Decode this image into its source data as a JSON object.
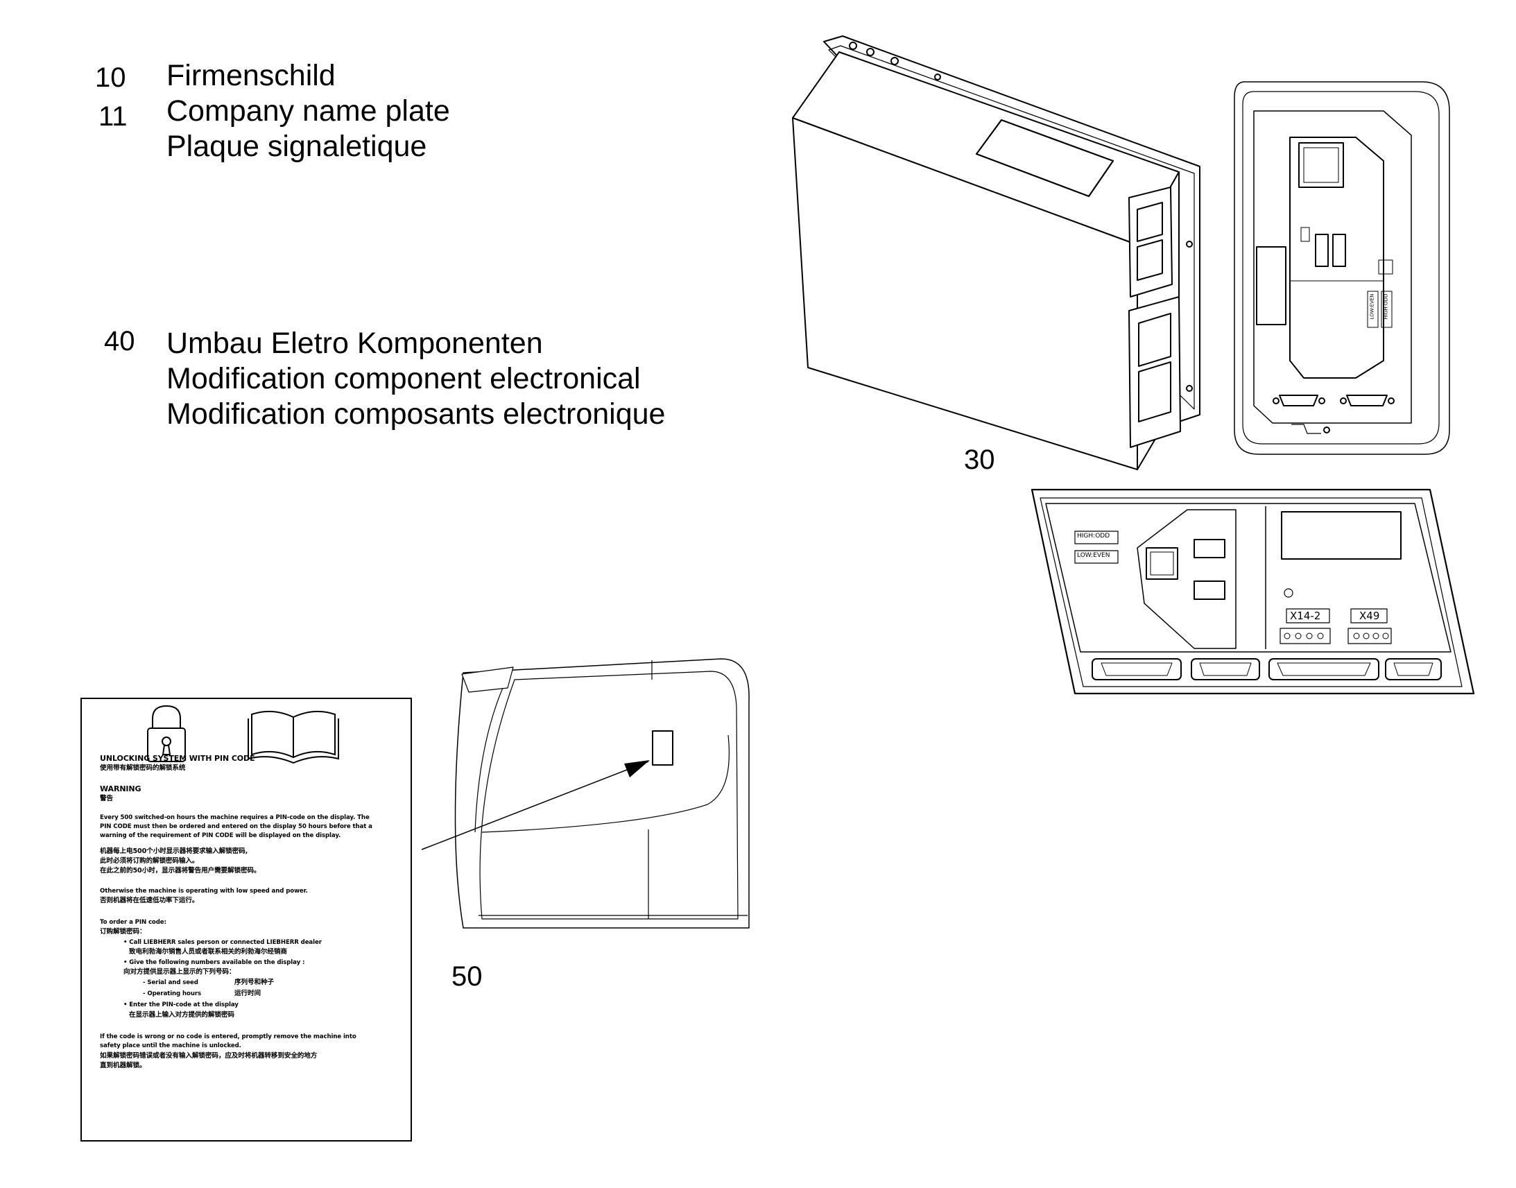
{
  "legend": [
    {
      "numbers": [
        "10",
        "11"
      ],
      "lines": [
        "Firmenschild",
        "Company name plate",
        "Plaque signaletique"
      ]
    },
    {
      "numbers": [
        "40"
      ],
      "lines": [
        "Umbau Eletro Komponenten",
        "Modification component electronical",
        "Modification composants electronique"
      ]
    }
  ],
  "callouts": {
    "c30": "30",
    "c50": "50"
  },
  "board_labels": {
    "jumper_high": "HIGH:ODD",
    "jumper_low": "LOW:EVEN",
    "x14": "X14-2",
    "x49": "X49",
    "side_a": "LOW:EVEN",
    "side_b": "HIGH:ODD"
  },
  "warning_label": {
    "icons": [
      "padlock-icon",
      "open-book-icon"
    ],
    "title_en": "UNLOCKING SYSTEM WITH PIN CODE",
    "title_cn": "使用带有解锁密码的解锁系统",
    "warning_en": "WARNING",
    "warning_cn": "警告",
    "p1_en": [
      "Every 500 switched-on hours the machine requires a PIN-code on the display. The",
      "PIN CODE must then be ordered and entered on the display 50 hours before that a",
      "warning of the requirement of PIN CODE will be displayed on the display."
    ],
    "p1_cn": [
      "机器每上电500个小时显示器将要求输入解锁密码,",
      "此时必须将订购的解锁密码输入。",
      "在此之前的50小时，显示器将警告用户需要解锁密码。"
    ],
    "p2_en": "Otherwise the machine is operating with low speed and power.",
    "p2_cn": "否则机器将在低速低功率下运行。",
    "order_en": "To order a PIN code:",
    "order_cn": "订购解锁密码：",
    "b1_en": "• Call LIEBHERR sales person or connected LIEBHERR dealer",
    "b1_cn": "致电利勃海尔销售人员或者联系相关的利勃海尔经销商",
    "b2_en": "• Give the following numbers available on the display :",
    "b2_cn": "向对方提供显示器上显示的下列号码：",
    "s1_en": "- Serial and seed",
    "s1_cn": "序列号和种子",
    "s2_en": "- Operating hours",
    "s2_cn": "运行时间",
    "b3_en": "• Enter the PIN-code at the display",
    "b3_cn": "在显示器上输入对方提供的解锁密码",
    "p3_en": [
      "If the code is wrong or no code is entered, promptly remove the machine into",
      "safety place until the machine is unlocked."
    ],
    "p3_cn": [
      "如果解锁密码错误或者没有输入解锁密码，应及时将机器转移到安全的地方",
      "直到机器解锁。"
    ]
  }
}
